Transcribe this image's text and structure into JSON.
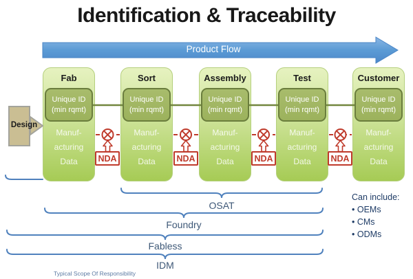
{
  "title": "Identification & Traceability",
  "flow": {
    "label": "Product Flow"
  },
  "design": {
    "label": "Design"
  },
  "stages": [
    {
      "name": "Fab"
    },
    {
      "name": "Sort"
    },
    {
      "name": "Assembly"
    },
    {
      "name": "Test"
    },
    {
      "name": "Customer"
    }
  ],
  "stage_common": {
    "unique_id": [
      "Unique ID",
      "(min rqmt)"
    ],
    "data_label": [
      "Manuf-",
      "acturing",
      "Data"
    ]
  },
  "nda_label": "NDA",
  "scopes": [
    {
      "label": "OSAT"
    },
    {
      "label": "Foundry"
    },
    {
      "label": "Fabless"
    },
    {
      "label": "IDM"
    }
  ],
  "can_include": {
    "heading": "Can include:",
    "items": [
      "OEMs",
      "CMs",
      "ODMs"
    ]
  },
  "footnote": "Typical Scope Of Responsibility",
  "colors": {
    "stage_green_top": "#e6f2c0",
    "stage_green_bottom": "#a6cb55",
    "unique_id_fill": "#a0b561",
    "unique_id_border": "#6a7d3d",
    "flow_arrow_blue": "#5b9bd5",
    "bracket_blue": "#4f81bd",
    "nda_red": "#bf3a2b",
    "design_tan": "#cabe93",
    "navy_text": "#1f3c66"
  }
}
